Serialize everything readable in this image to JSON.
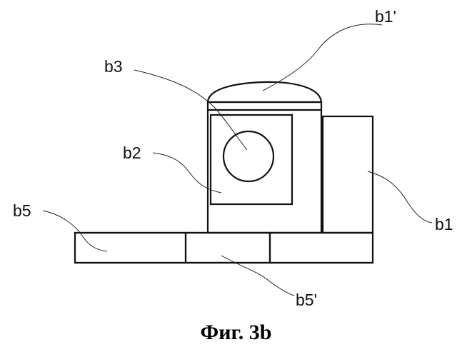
{
  "labels": {
    "b1": "b1",
    "b1_prime": "b1'",
    "b2": "b2",
    "b3": "b3",
    "b5": "b5",
    "b5_prime": "b5'"
  },
  "caption": "Фиг. 3b"
}
